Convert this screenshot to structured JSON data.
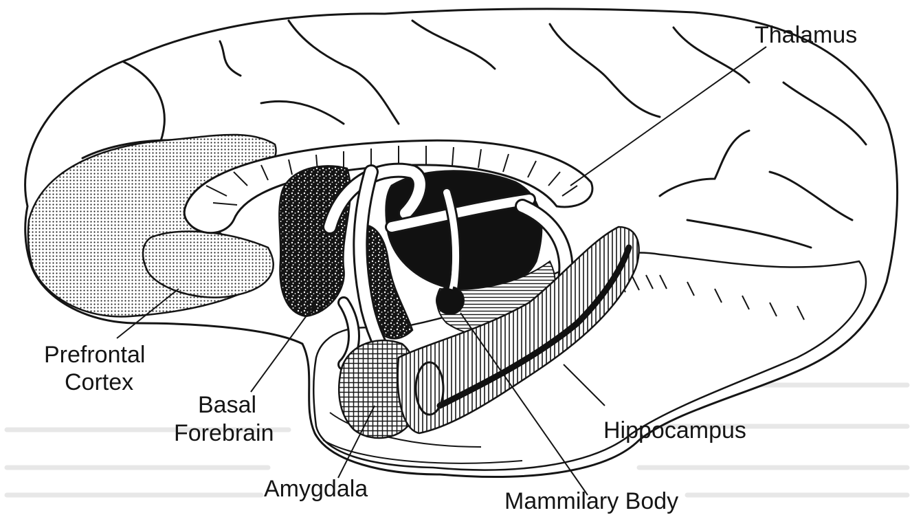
{
  "labels": {
    "thalamus": "Thalamus",
    "prefrontal_line1": "Prefrontal",
    "prefrontal_line2": "Cortex",
    "basal_line1": "Basal",
    "basal_line2": "Forebrain",
    "hippocampus": "Hippocampus",
    "amygdala": "Amygdala",
    "mammilary": "Mammilary Body"
  },
  "colors": {
    "ink": "#151515",
    "paper": "#ffffff",
    "show_through_text": "#c9c9c9"
  }
}
